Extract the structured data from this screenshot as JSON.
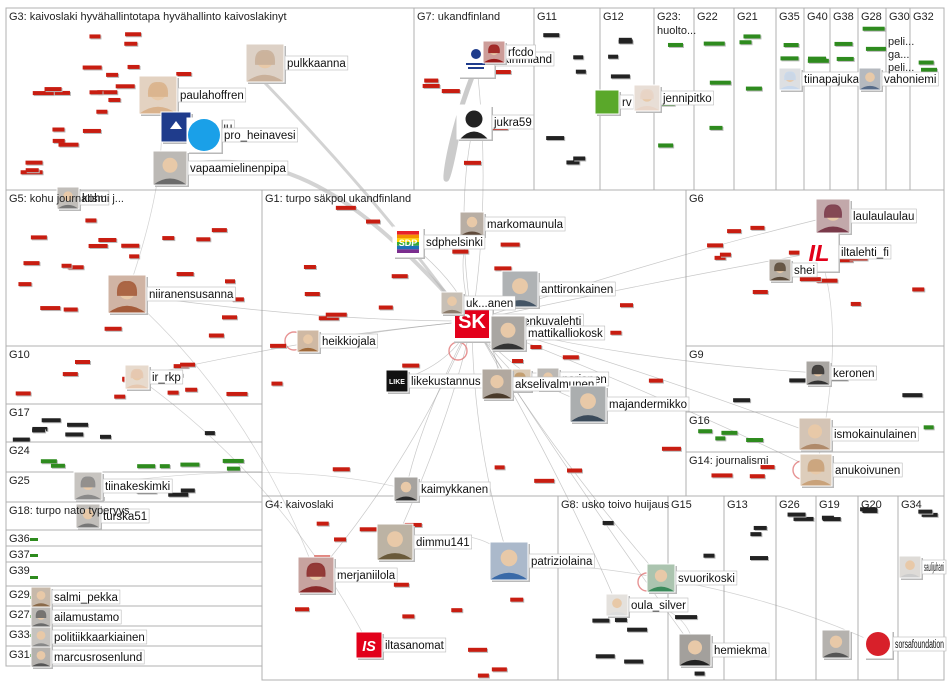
{
  "groups": [
    {
      "id": "G3",
      "title": "G3: kaivoslaki hyvähallintotapa hyvähallinto kaivoslakinyt"
    },
    {
      "id": "G7",
      "title": "G7: ukandfinland"
    },
    {
      "id": "G11",
      "title": "G11"
    },
    {
      "id": "G12",
      "title": "G12"
    },
    {
      "id": "G23",
      "title": "G23: huolto..."
    },
    {
      "id": "G22",
      "title": "G22"
    },
    {
      "id": "G21",
      "title": "G21"
    },
    {
      "id": "G35",
      "title": "G35"
    },
    {
      "id": "G40",
      "title": "G40"
    },
    {
      "id": "G38",
      "title": "G38"
    },
    {
      "id": "G28",
      "title": "G28"
    },
    {
      "id": "G30",
      "title": "G30"
    },
    {
      "id": "G30b",
      "title": "peli..."
    },
    {
      "id": "G30c",
      "title": "ga..."
    },
    {
      "id": "G30d",
      "title": "peli..."
    },
    {
      "id": "G32",
      "title": "G32"
    },
    {
      "id": "G5",
      "title": "G5: kohu journalismi j..."
    },
    {
      "id": "G1",
      "title": "G1: turpo säkpol ukandfinland"
    },
    {
      "id": "G6",
      "title": "G6"
    },
    {
      "id": "G10",
      "title": "G10"
    },
    {
      "id": "G9",
      "title": "G9"
    },
    {
      "id": "G17",
      "title": "G17"
    },
    {
      "id": "G16",
      "title": "G16"
    },
    {
      "id": "G24",
      "title": "G24"
    },
    {
      "id": "G14",
      "title": "G14: journalismi"
    },
    {
      "id": "G25",
      "title": "G25"
    },
    {
      "id": "G18",
      "title": "G18: turpo nato typeryys"
    },
    {
      "id": "G4",
      "title": "G4: kaivoslaki"
    },
    {
      "id": "G8",
      "title": "G8: usko toivo huijaus"
    },
    {
      "id": "G15",
      "title": "G15"
    },
    {
      "id": "G13",
      "title": "G13"
    },
    {
      "id": "G26",
      "title": "G26"
    },
    {
      "id": "G19",
      "title": "G19"
    },
    {
      "id": "G20",
      "title": "G20"
    },
    {
      "id": "G34",
      "title": "G34"
    },
    {
      "id": "G36",
      "title": "G36"
    },
    {
      "id": "G37",
      "title": "G37"
    },
    {
      "id": "G39",
      "title": "G39"
    },
    {
      "id": "G29",
      "title": "G29"
    },
    {
      "id": "G27",
      "title": "G27"
    },
    {
      "id": "G33",
      "title": "G33"
    },
    {
      "id": "G31",
      "title": "G31"
    }
  ],
  "nodes": [
    {
      "id": "pulkkaanna",
      "label": "pulkkaanna",
      "icon": "avatar-woman",
      "color": "#c9b09a"
    },
    {
      "id": "paulahoffren",
      "label": "paulahoffren",
      "icon": "avatar-woman",
      "color": "#d9b28c"
    },
    {
      "id": "tem_uutiset",
      "label": "tem_uu",
      "icon": "ministry-logo",
      "color": "#1f3c8c"
    },
    {
      "id": "pro_heinavesi",
      "label": "pro_heinavesi",
      "icon": "pro-heinavesi-logo",
      "color": "#1aa0e8"
    },
    {
      "id": "vapaamielinen",
      "label": "vapaamielinenpipa",
      "icon": "avatar-group",
      "color": "#6b6b6b"
    },
    {
      "id": "ukinfinland",
      "label": "ukinfinland",
      "icon": "embassy-logo",
      "color": "#ffffff"
    },
    {
      "id": "rfcdo",
      "label": "rfcdo",
      "icon": "avatar-red",
      "color": "#9b1b1b"
    },
    {
      "id": "jukra59",
      "label": "jukra59",
      "icon": "avatar-dark",
      "color": "#222222"
    },
    {
      "id": "rvihrea",
      "label": "rv",
      "icon": "vihreat-logo",
      "color": "#5aa82a"
    },
    {
      "id": "jennipitko",
      "label": "jennipitko",
      "icon": "avatar-woman",
      "color": "#e8d5c8"
    },
    {
      "id": "tiinapajukari",
      "label": "tiinapajukari",
      "icon": "avatar-woman",
      "color": "#c8d8ec"
    },
    {
      "id": "vahoniemi",
      "label": "vahoniemi",
      "icon": "avatar-man",
      "color": "#556a88"
    },
    {
      "id": "g5node",
      "label": "kohu",
      "icon": "avatar-man",
      "color": "#777777"
    },
    {
      "id": "niiranensusanna",
      "label": "niiranensusanna",
      "icon": "avatar-woman",
      "color": "#a45b3a"
    },
    {
      "id": "markomaunula",
      "label": "markomaunula",
      "icon": "avatar-man",
      "color": "#5f4a3a"
    },
    {
      "id": "sdphelsinki",
      "label": "sdphelsinki",
      "icon": "sdp-logo",
      "color": "#e8202a"
    },
    {
      "id": "anttironkainen",
      "label": "anttironkainen",
      "icon": "avatar-man",
      "color": "#445566"
    },
    {
      "id": "suomenkuvalehti",
      "label": "suomenkuvalehti",
      "icon": "sk-logo",
      "color": "#e3001b"
    },
    {
      "id": "uknanen",
      "label": "uk...anen",
      "icon": "avatar-man",
      "color": "#8a7a6a"
    },
    {
      "id": "mattikalliokosk",
      "label": "mattikalliokosk",
      "icon": "avatar-man",
      "color": "#333333"
    },
    {
      "id": "heikkiojala",
      "label": "heikkiojala",
      "icon": "avatar-man",
      "color": "#a06a3a"
    },
    {
      "id": "likekustannus",
      "label": "likekustannus",
      "icon": "like-logo",
      "color": "#111111"
    },
    {
      "id": "eejarvinen",
      "label": "eejarvinen",
      "icon": "avatar-woman",
      "color": "#c09a6a"
    },
    {
      "id": "narjanen",
      "label": "narjanen",
      "icon": "avatar-man",
      "color": "#666666"
    },
    {
      "id": "akselivalmunen",
      "label": "akselivalmunen",
      "icon": "avatar-man",
      "color": "#4a3a2a"
    },
    {
      "id": "majandermikko",
      "label": "majandermikko",
      "icon": "avatar-man",
      "color": "#3a4a5a"
    },
    {
      "id": "laulaulaulau",
      "label": "laulaulaulau",
      "icon": "avatar-woman",
      "color": "#7a3a4a"
    },
    {
      "id": "iltalehti_fi",
      "label": "iltalehti_fi",
      "icon": "iltalehti-logo",
      "color": "#e2001a"
    },
    {
      "id": "shei",
      "label": "shei",
      "icon": "avatar-woman",
      "color": "#5a4a3a"
    },
    {
      "id": "ir_rkp",
      "label": "ir_rkp",
      "icon": "avatar-woman",
      "color": "#e6c8b0"
    },
    {
      "id": "keronen",
      "label": "keronen",
      "icon": "avatar-woman",
      "color": "#333333"
    },
    {
      "id": "ismokainulainen",
      "label": "ismokainulainen",
      "icon": "avatar-man",
      "color": "#b08a6a"
    },
    {
      "id": "anukoivunen",
      "label": "anukoivunen",
      "icon": "avatar-woman",
      "color": "#c9a27a"
    },
    {
      "id": "tiinakeskimki",
      "label": "tiinakeskimki",
      "icon": "avatar-woman",
      "color": "#8a8a8a"
    },
    {
      "id": "turska51",
      "label": "turska51",
      "icon": "avatar-man",
      "color": "#777777"
    },
    {
      "id": "kaimykkanen",
      "label": "kaimykkanen",
      "icon": "avatar-man",
      "color": "#2a2a2a"
    },
    {
      "id": "dimmu141",
      "label": "dimmu141",
      "icon": "avatar-man",
      "color": "#6a5a3a"
    },
    {
      "id": "merjaniilola",
      "label": "merjaniilola",
      "icon": "avatar-woman",
      "color": "#8a2a2a"
    },
    {
      "id": "patriziolaina",
      "label": "patriziolaina",
      "icon": "avatar-man",
      "color": "#3a6aa8"
    },
    {
      "id": "iltasanomat",
      "label": "iltasanomat",
      "icon": "is-logo",
      "color": "#e2001a"
    },
    {
      "id": "svuorikoski",
      "label": "svuorikoski",
      "icon": "avatar-man",
      "color": "#3a8a5a"
    },
    {
      "id": "oula_silver",
      "label": "oula_silver",
      "icon": "avatar-man",
      "color": "#dddddd"
    },
    {
      "id": "hemiekma",
      "label": "hemiekma",
      "icon": "avatar-man",
      "color": "#222222"
    },
    {
      "id": "saulijuhani",
      "label": "saulijuhani",
      "icon": "avatar-man",
      "color": "#cccccc"
    },
    {
      "id": "sorsafoundation",
      "label": "sorsafoundation",
      "icon": "sorsa-logo",
      "color": "#d8202a"
    },
    {
      "id": "g19man",
      "label": "",
      "icon": "avatar-man",
      "color": "#555555"
    },
    {
      "id": "salmi_pekka",
      "label": "salmi_pekka",
      "icon": "avatar-man",
      "color": "#8a6a4a"
    },
    {
      "id": "ailamustamo",
      "label": "ailamustamo",
      "icon": "avatar-woman",
      "color": "#6a6a6a"
    },
    {
      "id": "politiikka",
      "label": "politiikkaarkiainen",
      "icon": "avatar-man",
      "color": "#888888"
    },
    {
      "id": "marcusrosenlund",
      "label": "marcusrosenlund",
      "icon": "avatar-man",
      "color": "#555555"
    }
  ],
  "colors": {
    "box_border": "#b0b0b0",
    "edge": "#9a9a9a",
    "strong_edge": "#b5b5b5",
    "node_red": "#c81d11",
    "node_green": "#2e8b1e",
    "node_dark": "#222222",
    "label_bg": "#ffffff"
  }
}
